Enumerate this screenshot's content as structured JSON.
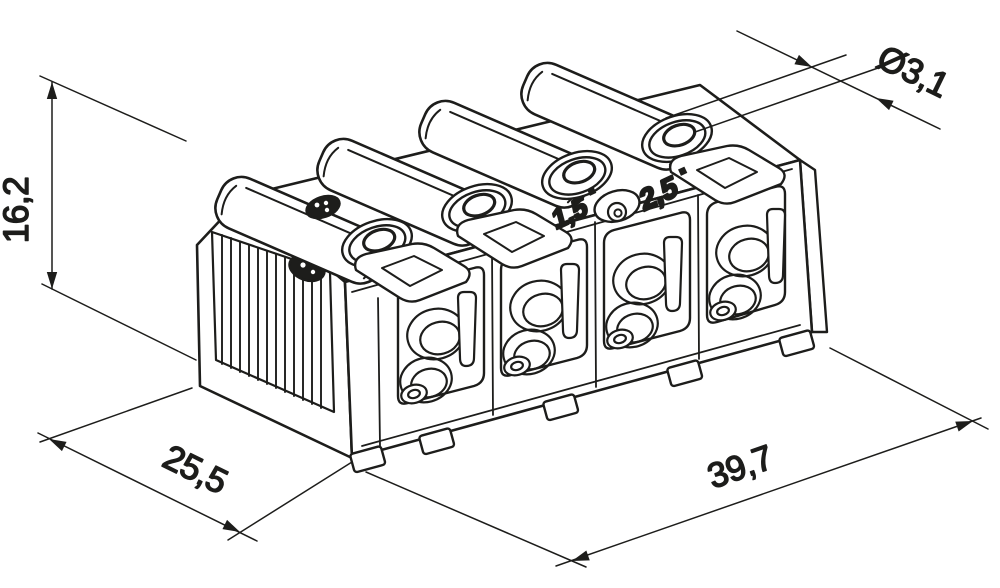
{
  "drawing": {
    "part": "4-pole push-wire terminal block, isometric technical drawing",
    "background_color": "#ffffff",
    "line_color": "#1d1d1b",
    "dimensions": {
      "height_mm": "16,2",
      "depth_mm": "25,5",
      "length_mm": "39,7",
      "wire_entry_diameter_mm": "Ø3,1"
    },
    "markings": {
      "conductor_min_mm2": "1,5",
      "conductor_max_mm2": "2,5"
    }
  }
}
